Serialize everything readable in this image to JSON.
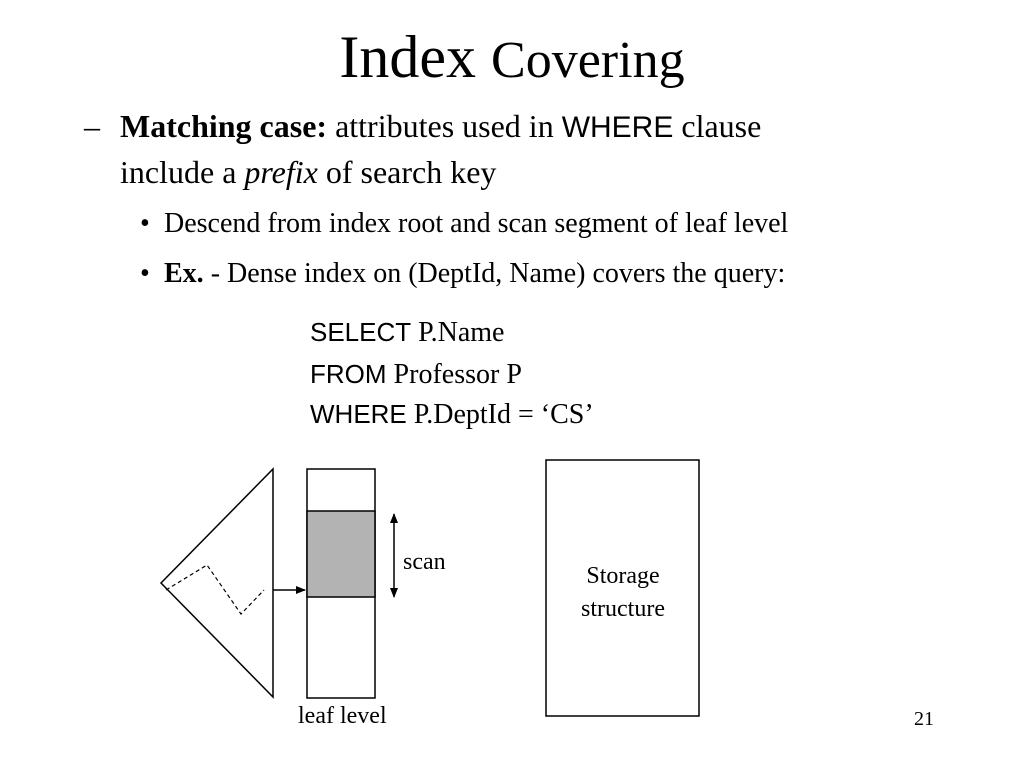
{
  "slide": {
    "title_word1": "Index",
    "title_word2": "Covering",
    "point1": {
      "dash": "–",
      "bold": "Matching case:",
      "text_a": " attributes used in ",
      "keyword": "WHERE",
      "text_b": " clause",
      "line2_a": "include a ",
      "line2_italic": "prefix",
      "line2_b": " of search key"
    },
    "sub1": {
      "bullet": "•",
      "text": "Descend from index root and scan segment of leaf level"
    },
    "sub2": {
      "bullet": "•",
      "bold": "Ex.",
      "text": " - Dense index on (DeptId, Name) covers the query:"
    },
    "query": {
      "line1_kw": "SELECT",
      "line1_rest": " P.Name",
      "line2_kw": "FROM",
      "line2_rest": " Professor P",
      "line3_kw": "WHERE",
      "line3_rest": " P.DeptId = ‘CS’"
    },
    "diagram": {
      "scan_label": "scan",
      "leaf_label": "leaf level",
      "storage_line1": "Storage",
      "storage_line2": "structure",
      "highlight_color": "#b3b3b3"
    },
    "page_number": "21"
  }
}
